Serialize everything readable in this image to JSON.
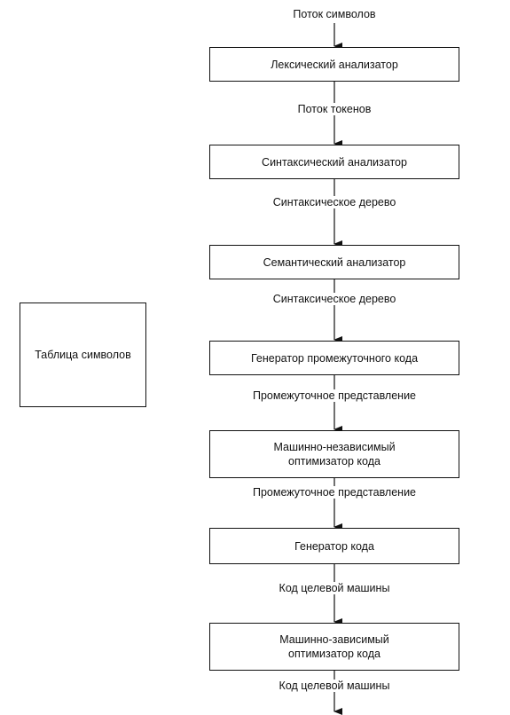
{
  "diagram": {
    "symbol_table": "Таблица символов",
    "flow_labels": [
      "Поток символов",
      "Поток токенов",
      "Синтаксическое дерево",
      "Синтаксическое дерево",
      "Промежуточное представление",
      "Промежуточное представление",
      "Код целевой машины",
      "Код целевой машины"
    ],
    "stages": [
      "Лексический анализатор",
      "Синтаксический анализатор",
      "Семантический анализатор",
      "Генератор промежуточного кода",
      "Машинно-независимый\nоптимизатор кода",
      "Генератор кода",
      "Машинно-зависимый\nоптимизатор кода"
    ]
  }
}
